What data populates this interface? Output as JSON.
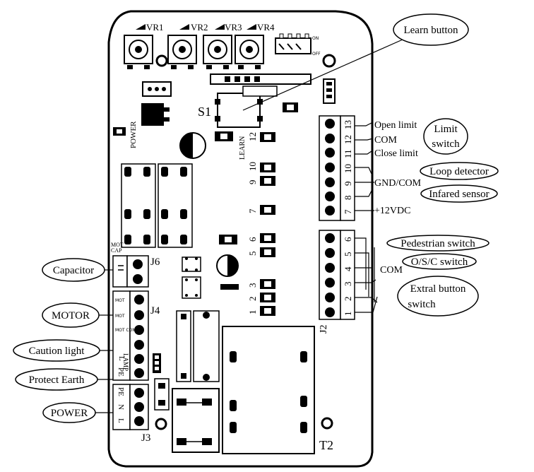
{
  "board": {
    "pots": [
      "VR1",
      "VR2",
      "VR3",
      "VR4"
    ],
    "s1": "S1",
    "t2": "T2",
    "learn": "LEARN",
    "power_led": "POWER",
    "jumpers_left": [
      "12",
      "10",
      "9",
      "7",
      "6",
      "5",
      "3",
      "2",
      "1"
    ],
    "j6": "J6",
    "j4": "J4",
    "j3": "J3",
    "j2": "J2",
    "motcap": [
      "MOT",
      "CAP"
    ],
    "j4_pins": [
      "MOT",
      "MOT",
      "MOT COM",
      "LAMP",
      "L",
      "PE"
    ],
    "j3_pins": [
      "PE",
      "N",
      "L"
    ],
    "on_off": [
      "ON",
      "OFF"
    ]
  },
  "terminal_top": {
    "pins": [
      "13",
      "12",
      "11",
      "10",
      "9",
      "8",
      "7"
    ],
    "labels": {
      "open_limit": "Open limit",
      "com": "COM",
      "close_limit": "Close limit",
      "gnd_com": "GND/COM",
      "v12": "+12VDC"
    }
  },
  "terminal_bottom": {
    "pins": [
      "6",
      "5",
      "4",
      "3",
      "2",
      "1"
    ],
    "com": "COM"
  },
  "callouts": {
    "learn_button": "Learn button",
    "limit_switch": [
      "Limit",
      "switch"
    ],
    "loop_detector": "Loop detector",
    "infrared_sensor": "Infared sensor",
    "pedestrian_switch": "Pedestrian switch",
    "osc_switch": "O/S/C switch",
    "extral_button_switch": [
      "Extral button",
      "switch"
    ],
    "capacitor": "Capacitor",
    "motor": "MOTOR",
    "caution_light": "Caution light",
    "protect_earth": "Protect Earth",
    "power": "POWER"
  }
}
